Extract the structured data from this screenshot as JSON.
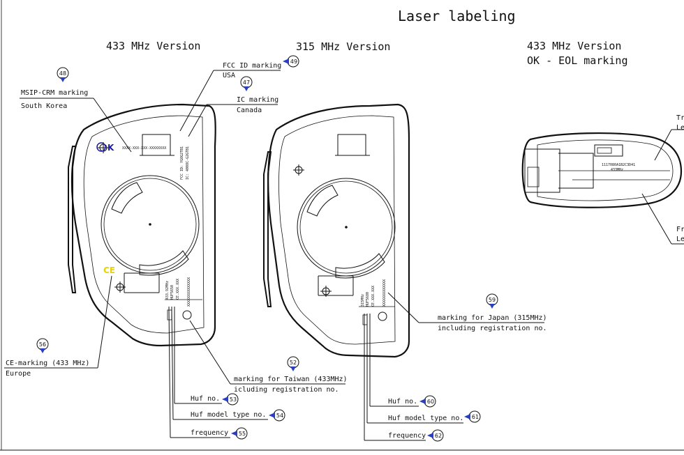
{
  "title": "Laser labeling",
  "versions": {
    "v433": "433 MHz Version",
    "v315": "315 MHz Version",
    "v433_eol_line1": "433 MHz Version",
    "v433_eol_line2": "OK - EOL marking"
  },
  "callouts": {
    "c48": {
      "num": "48",
      "line1": "MSIP-CRM marking",
      "line2": "South Korea"
    },
    "c49": {
      "num": "49",
      "line1": "FCC ID marking",
      "line2": "USA"
    },
    "c47": {
      "num": "47",
      "line1": "IC marking",
      "line2": "Canada"
    },
    "c56": {
      "num": "56",
      "line1": "CE-marking (433 MHz)",
      "line2": "Europe"
    },
    "c52": {
      "num": "52",
      "line1": "marking for Taiwan (433MHz)",
      "line2": "icluding registration no."
    },
    "c53": {
      "num": "53",
      "line1": "Huf no."
    },
    "c54": {
      "num": "54",
      "line1": "Huf model type no."
    },
    "c55": {
      "num": "55",
      "line1": "frequency"
    },
    "c59": {
      "num": "59",
      "line1": "marking for Japan (315MHz)",
      "line2": "including registration no."
    },
    "c60": {
      "num": "60",
      "line1": "Huf no."
    },
    "c61": {
      "num": "61",
      "line1": "Huf model type no."
    },
    "c62": {
      "num": "62",
      "line1": "frequency"
    }
  },
  "edge_labels": {
    "right_top1": "Tr",
    "right_top2": "Le",
    "right_bot1": "Fr",
    "right_bot2": "Le"
  },
  "engravings": {
    "korea": "XXXX-XXX-XXX-XXXXXXXX",
    "fcc": "FCC ID: YGOG2TB1",
    "ic": "IC: 4008C-G2GTB1",
    "a_huf_no": "433.92MHz",
    "a_huf_type": "HUF5650",
    "a_freq": "CE.XXX.XXX",
    "a_taiwan": "XXXXXXXXXXXXXX",
    "b_huf_no": "315MHz",
    "b_huf_type": "HUF5680",
    "b_freq": "CE.XXX.XXX",
    "b_japan": "XXXXXXXXXXXXX",
    "eol_id": "1117080A1B2C3D41",
    "eol_freq": "433MHz"
  }
}
